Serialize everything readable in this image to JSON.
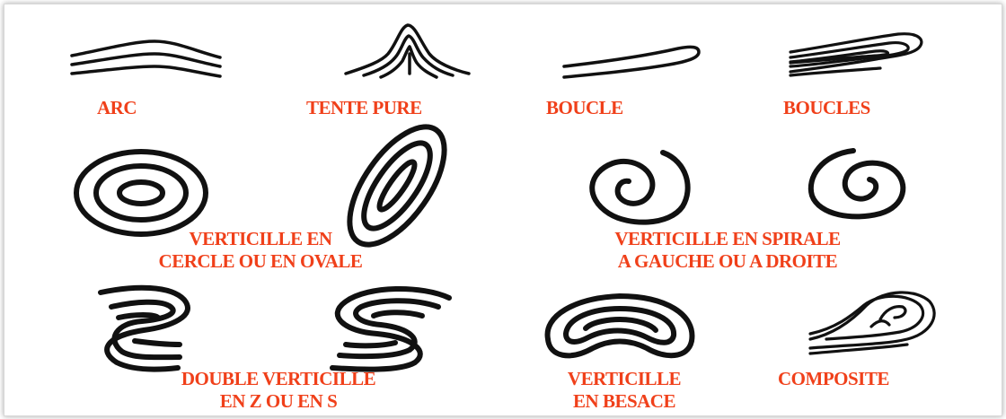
{
  "title": "",
  "labels": {
    "arc": "ARC",
    "tente_pure": "TENTE PURE",
    "boucle": "BOUCLE",
    "boucles": "BOUCLES",
    "verticille_cercle_1": "VERTICILLE EN",
    "verticille_cercle_2": "CERCLE OU EN OVALE",
    "verticille_spirale_1": "VERTICILLE EN SPIRALE",
    "verticille_spirale_2": "A GAUCHE OU A DROITE",
    "double_verticille_1": "DOUBLE VERTICILLE",
    "double_verticille_2": "EN Z OU EN S",
    "besace_1": "VERTICILLE",
    "besace_2": "EN BESACE",
    "composite": "COMPOSITE"
  },
  "icons": [
    "arc-icon",
    "tented-arch-icon",
    "loop-icon",
    "double-loop-icon",
    "circle-whorl-icon",
    "oval-whorl-icon",
    "left-spiral-icon",
    "right-spiral-icon",
    "z-double-whorl-icon",
    "s-double-whorl-icon",
    "pocket-whorl-icon",
    "composite-icon"
  ],
  "colors": {
    "label": "#f0401a",
    "stroke": "#111111",
    "background": "#ffffff"
  }
}
